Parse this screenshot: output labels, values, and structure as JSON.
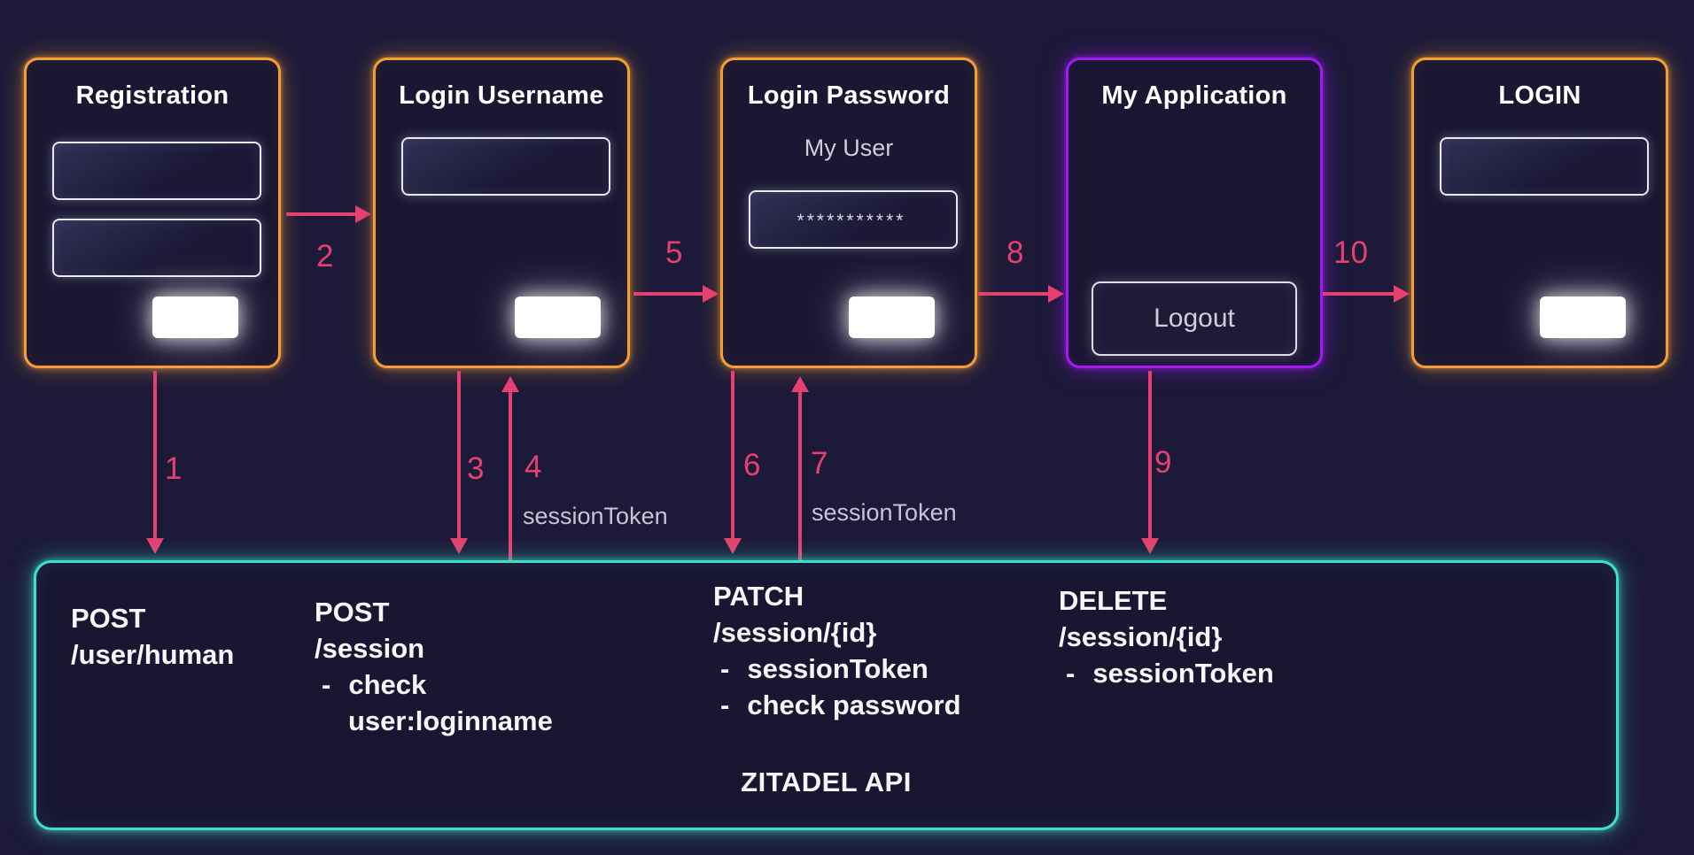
{
  "colors": {
    "background": "#1c1a38",
    "card_background": "#191732",
    "orange_border": "#f59e38",
    "purple_border": "#a21af2",
    "teal_border": "#3fe0cb",
    "arrow_pink": "#e5406f",
    "text_white": "#f6f6f9",
    "text_gray": "#c6c6d2"
  },
  "cards": {
    "registration": {
      "title": "Registration"
    },
    "login_username": {
      "title": "Login Username"
    },
    "login_password": {
      "title": "Login Password",
      "username_display": "My User",
      "password_mask": "***********"
    },
    "my_application": {
      "title": "My Application",
      "logout_label": "Logout"
    },
    "login": {
      "title": "LOGIN"
    }
  },
  "steps": {
    "n1": "1",
    "n2": "2",
    "n3": "3",
    "n4": "4",
    "n5": "5",
    "n6": "6",
    "n7": "7",
    "n8": "8",
    "n9": "9",
    "n10": "10"
  },
  "labels": {
    "session_token_left": "sessionToken",
    "session_token_right": "sessionToken"
  },
  "api": {
    "title": "ZITADEL API",
    "dash": "-",
    "col1": {
      "l1": "POST",
      "l2": "/user/human"
    },
    "col2": {
      "l1": "POST",
      "l2": "/session",
      "b1": "check",
      "b1cont": "user:loginname"
    },
    "col3": {
      "l1": "PATCH",
      "l2": "/session/{id}",
      "b1": "sessionToken",
      "b2": "check password"
    },
    "col4": {
      "l1": "DELETE",
      "l2": "/session/{id}",
      "b1": "sessionToken"
    }
  }
}
